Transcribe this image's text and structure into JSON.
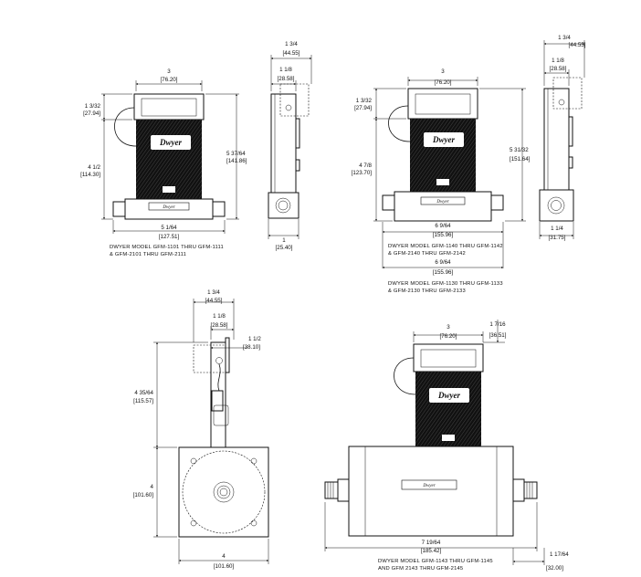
{
  "views": {
    "v1": {
      "caption": [
        "DWYER MODEL GFM-1101 THRU GFM-1111",
        "& GFM-2101 THRU GFM-2111"
      ],
      "dims": {
        "width_top": [
          "3",
          "[76.20]"
        ],
        "left_a": [
          "1 3/32",
          "[27.94]"
        ],
        "left_b": [
          "4 1/2",
          "[114.30]"
        ],
        "right_h": [
          "5 37/64",
          "[141.86]"
        ],
        "bottom_w": [
          "5 1/64",
          "[127.51]"
        ]
      }
    },
    "v2": {
      "dims": {
        "top_a": [
          "1 3/4",
          "[44.55]"
        ],
        "top_b": [
          "1 1/8",
          "[28.58]"
        ],
        "bottom": [
          "1",
          "[25.40]"
        ]
      }
    },
    "v3": {
      "caption": [
        "DWYER MODEL GFM-1140 THRU GFM-1142",
        "& GFM-2140 THRU GFM-2142"
      ],
      "caption2": [
        "DWYER MODEL GFM-1130 THRU GFM-1133",
        "& GFM-2130 THRU GFM-2133"
      ],
      "dims": {
        "width_top": [
          "3",
          "[76.20]"
        ],
        "left_a": [
          "1 3/32",
          "[27.94]"
        ],
        "left_b": [
          "4 7/8",
          "[123.70]"
        ],
        "right_h": [
          "5 31/32",
          "[151.64]"
        ],
        "bottom_w1": [
          "6 9/64",
          "[155.96]"
        ],
        "bottom_w2": [
          "6 9/64",
          "[155.96]"
        ]
      }
    },
    "v4": {
      "dims": {
        "top_a": [
          "1 3/4",
          "[44.55]"
        ],
        "top_b": [
          "1 1/8",
          "[28.58]"
        ],
        "bottom": [
          "1 1/4",
          "[31.75]"
        ]
      }
    },
    "v5": {
      "dims": {
        "top_a": [
          "1 3/4",
          "[44.55]"
        ],
        "top_b": [
          "1 1/8",
          "[28.58]"
        ],
        "right": [
          "1 1/2",
          "[38.10]"
        ],
        "left_a": [
          "4 35/64",
          "[115.57]"
        ],
        "left_b": [
          "4",
          "[101.60]"
        ],
        "bottom": [
          "4",
          "[101.60]"
        ]
      }
    },
    "v6": {
      "caption": [
        "DWYER MODEL GFM-1143 THRU GFM-1145",
        "AND GFM 2143 THRU GFM-2145"
      ],
      "dims": {
        "width_top": [
          "3",
          "[76.20]"
        ],
        "right_top": [
          "1 7/16",
          "[36.51]"
        ],
        "bottom_w": [
          "7 19/64",
          "[185.42]"
        ],
        "right_bottom": [
          "1 17/64",
          "[32.00]"
        ]
      }
    }
  },
  "brand": "Dwyer",
  "brand_small": "Dwyer",
  "colors": {
    "ink": "#111111",
    "paper": "#ffffff"
  }
}
